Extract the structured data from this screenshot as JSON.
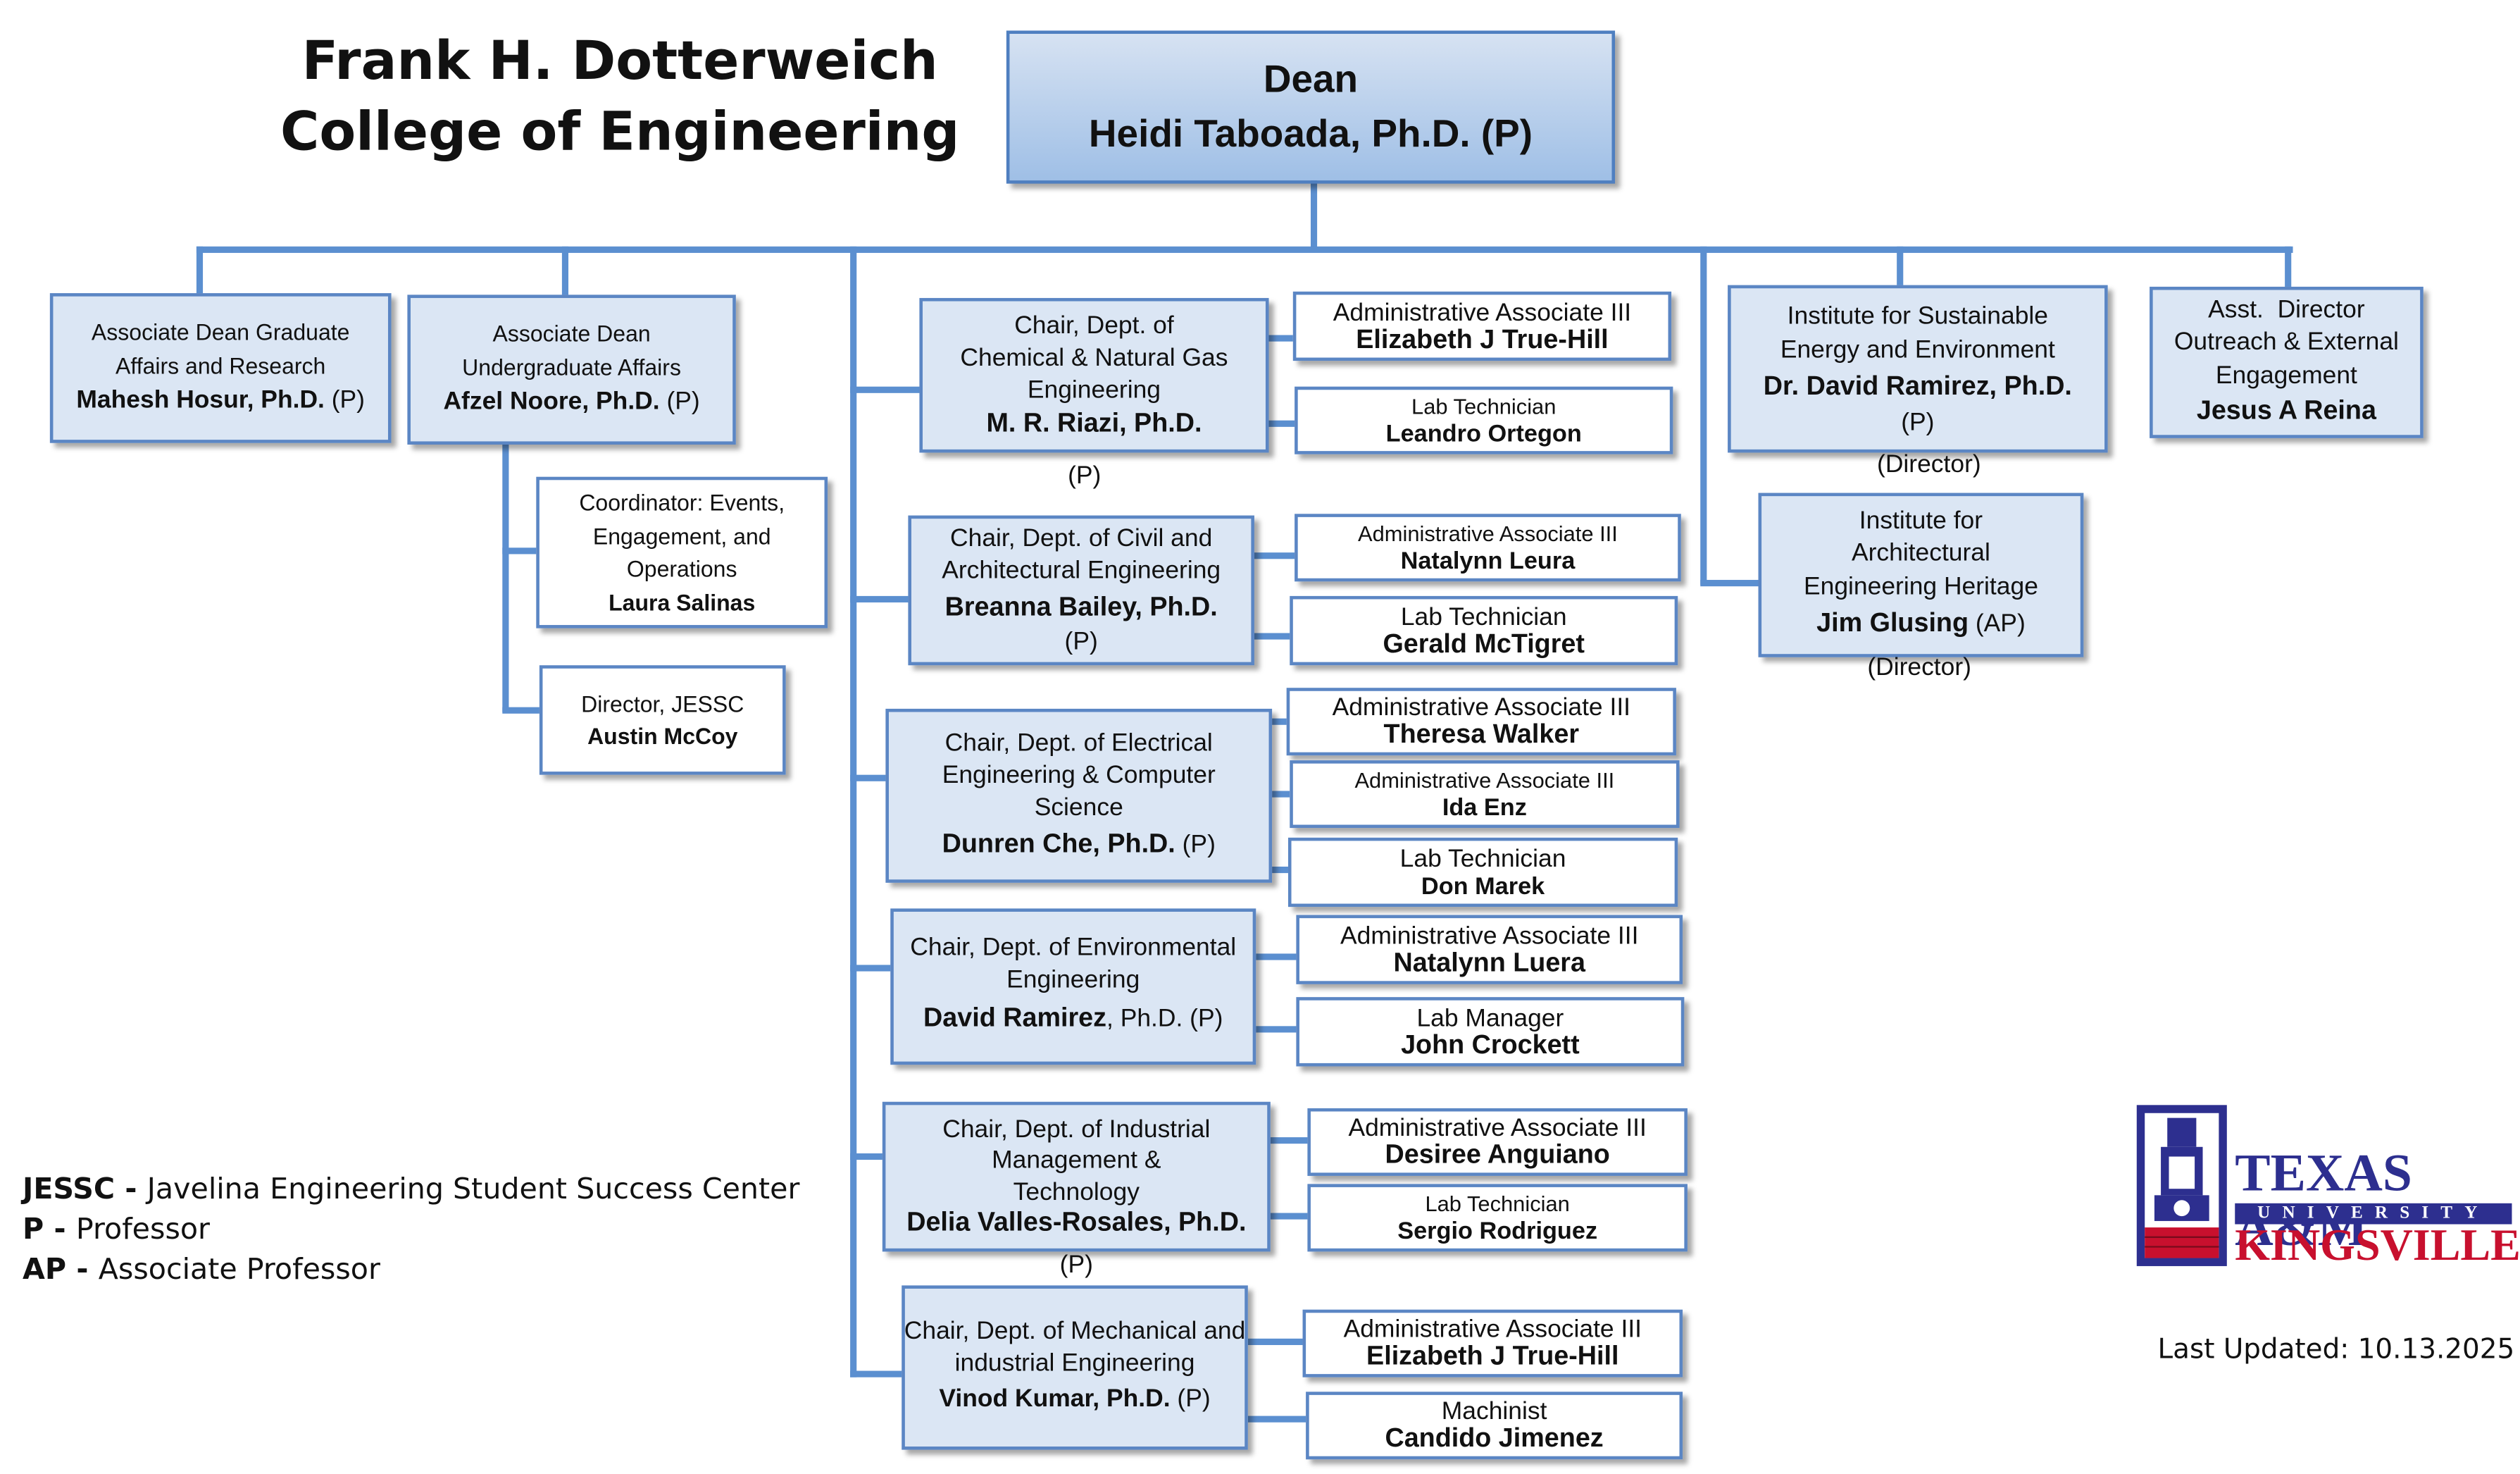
{
  "title": {
    "line1": "Frank H. Dotterweich",
    "line2": "College of Engineering"
  },
  "dean": {
    "role": "Dean",
    "name": "Heidi Taboada, Ph.D. (P)"
  },
  "assoc_grad": {
    "l1": "Associate Dean Graduate",
    "l2": "Affairs and Research",
    "name": "Mahesh Hosur, Ph.D.",
    "suffix": " (P)"
  },
  "assoc_ug": {
    "l1": "Associate Dean",
    "l2": "Undergraduate Affairs",
    "name": "Afzel Noore, Ph.D.",
    "suffix": " (P)"
  },
  "coordinator": {
    "l1": "Coordinator: Events,",
    "l2": "Engagement, and",
    "l3": "Operations",
    "name": "Laura Salinas"
  },
  "jessc_dir": {
    "l1": "Director, JESSC",
    "name": "Austin McCoy"
  },
  "chem": {
    "l1": "Chair, Dept. of",
    "l2": "Chemical & Natural Gas",
    "l3": "Engineering",
    "name": "M. R. Riazi, Ph.D.",
    "suffix": "(P)",
    "admin_title": "Administrative Associate III",
    "admin_name": "Elizabeth J True-Hill",
    "lab_title": "Lab Technician",
    "lab_name": "Leandro Ortegon"
  },
  "civil": {
    "l1": "Chair, Dept. of Civil and",
    "l2": "Architectural Engineering",
    "name": "Breanna Bailey, Ph.D.",
    "suffix": "(P)",
    "admin_title": "Administrative Associate III",
    "admin_name": "Natalynn Leura",
    "lab_title": "Lab Technician",
    "lab_name": "Gerald McTigret"
  },
  "eecs": {
    "l1": "Chair, Dept. of Electrical",
    "l2": "Engineering & Computer",
    "l3": "Science",
    "name": "Dunren Che, Ph.D.",
    "suffix": " (P)",
    "admin1_title": "Administrative Associate III",
    "admin1_name": "Theresa Walker",
    "admin2_title": "Administrative Associate III",
    "admin2_name": "Ida Enz",
    "lab_title": "Lab Technician",
    "lab_name": "Don Marek"
  },
  "env": {
    "l1": "Chair, Dept. of Environmental",
    "l2": "Engineering",
    "name": "David Ramirez",
    "suffix": ", Ph.D. (P)",
    "admin_title": "Administrative Associate III",
    "admin_name": "Natalynn Luera",
    "lab_title": "Lab Manager",
    "lab_name": "John Crockett"
  },
  "ind": {
    "l1": "Chair, Dept. of Industrial",
    "l2": "Management &",
    "l3": "Technology",
    "name": "Delia Valles-Rosales, Ph.D.",
    "suffix": "(P)",
    "admin_title": "Administrative Associate III",
    "admin_name": "Desiree Anguiano",
    "lab_title": "Lab Technician",
    "lab_name": "Sergio Rodriguez"
  },
  "mech": {
    "l1": "Chair, Dept. of Mechanical and",
    "l2": "industrial Engineering",
    "name": "Vinod Kumar, Ph.D.",
    "suffix": " (P)",
    "admin_title": "Administrative Associate III",
    "admin_name": "Elizabeth J True-Hill",
    "lab_title": "Machinist",
    "lab_name": "Candido Jimenez"
  },
  "isee": {
    "l1": "Institute for Sustainable",
    "l2": "Energy and Environment",
    "name": "Dr. David Ramirez, Ph.D.",
    "l3": "(P)",
    "l4": "(Director)"
  },
  "iaeh": {
    "l1": "Institute for",
    "l2": "Architectural",
    "l3": "Engineering Heritage",
    "name": "Jim Glusing",
    "suffix": " (AP)",
    "l4": "(Director)"
  },
  "outreach": {
    "l1": "Asst.  Director",
    "l2": "Outreach & External",
    "l3": "Engagement",
    "name": "Jesus A Reina"
  },
  "legend": [
    {
      "abbr": "JESSC - ",
      "text": "Javelina Engineering Student Success Center"
    },
    {
      "abbr": "P - ",
      "text": "Professor"
    },
    {
      "abbr": "AP - ",
      "text": "Associate Professor"
    }
  ],
  "logo": {
    "line1": "TEXAS A&M",
    "line2": "UNIVERSITY",
    "line3": "KINGSVILLE"
  },
  "updated": "Last Updated: 10.13.2025",
  "colors": {
    "box_fill": "#dbe6f4",
    "box_border": "#5b86c4",
    "connector": "#5b8fd0",
    "logo_blue": "#2d2f8f",
    "logo_red": "#c8102e"
  }
}
